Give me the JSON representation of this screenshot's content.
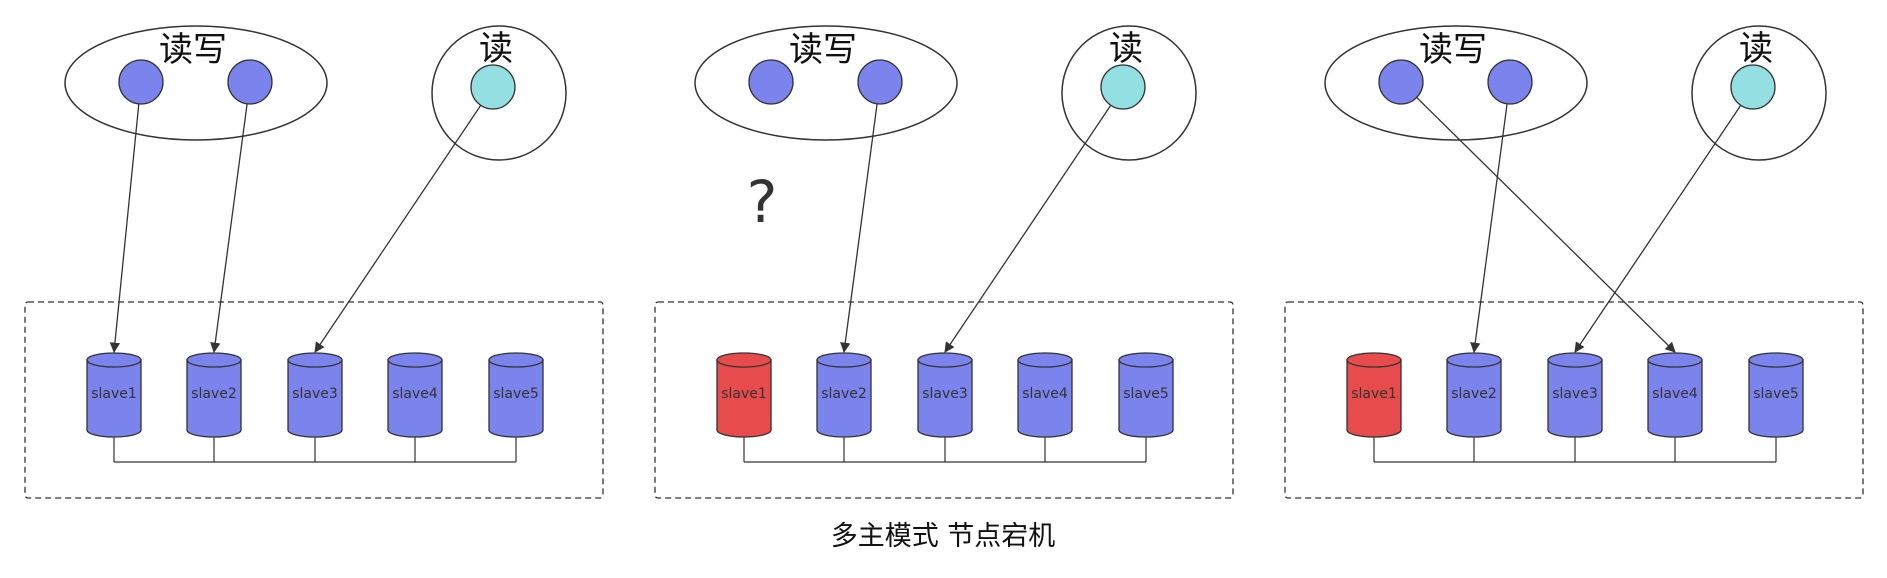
{
  "caption": "多主模式 节点宕机",
  "question_mark": "?",
  "colors": {
    "write_node": "#7b83ec",
    "read_node": "#94dfe1",
    "db_normal": "#7b83ec",
    "db_down": "#e84b4b",
    "line": "#333333",
    "node_stroke": "#333333",
    "db_stroke": "#333333"
  },
  "panels": [
    {
      "write_group_label": "读写",
      "read_group_label": "读",
      "dbs": [
        {
          "label": "slave1",
          "status": "normal"
        },
        {
          "label": "slave2",
          "status": "normal"
        },
        {
          "label": "slave3",
          "status": "normal"
        },
        {
          "label": "slave4",
          "status": "normal"
        },
        {
          "label": "slave5",
          "status": "normal"
        }
      ],
      "links": [
        {
          "from": "write-node-1",
          "to": "slave1"
        },
        {
          "from": "write-node-2",
          "to": "slave2"
        },
        {
          "from": "read-node-1",
          "to": "slave3"
        }
      ]
    },
    {
      "write_group_label": "读写",
      "read_group_label": "读",
      "dbs": [
        {
          "label": "slave1",
          "status": "down"
        },
        {
          "label": "slave2",
          "status": "normal"
        },
        {
          "label": "slave3",
          "status": "normal"
        },
        {
          "label": "slave4",
          "status": "normal"
        },
        {
          "label": "slave5",
          "status": "normal"
        }
      ],
      "links": [
        {
          "from": "write-node-2",
          "to": "slave2"
        },
        {
          "from": "read-node-1",
          "to": "slave3"
        }
      ]
    },
    {
      "write_group_label": "读写",
      "read_group_label": "读",
      "dbs": [
        {
          "label": "slave1",
          "status": "down"
        },
        {
          "label": "slave2",
          "status": "normal"
        },
        {
          "label": "slave3",
          "status": "normal"
        },
        {
          "label": "slave4",
          "status": "normal"
        },
        {
          "label": "slave5",
          "status": "normal"
        }
      ],
      "links": [
        {
          "from": "write-node-1",
          "to": "slave4"
        },
        {
          "from": "write-node-2",
          "to": "slave2"
        },
        {
          "from": "read-node-1",
          "to": "slave3"
        }
      ]
    }
  ]
}
